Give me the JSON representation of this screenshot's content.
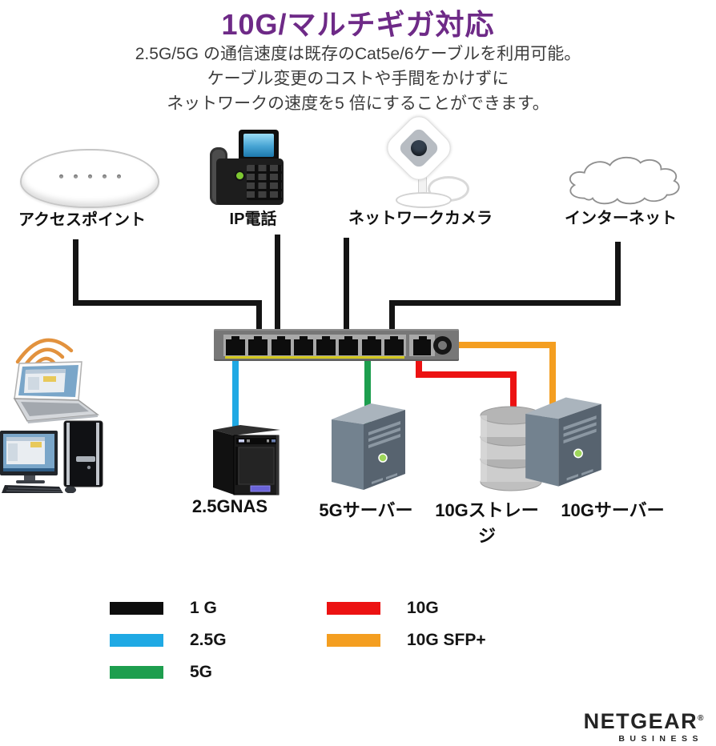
{
  "header": {
    "title": "10G/マルチギガ対応",
    "subtitle_line1": "2.5G/5G の通信速度は既存のCat5e/6ケーブルを利用可能。",
    "subtitle_line2": "ケーブル変更のコストや手間をかけずに",
    "subtitle_line3": "ネットワークの速度を5 倍にすることができます。"
  },
  "top_devices": [
    {
      "label": "アクセスポイント"
    },
    {
      "label": "IP電話"
    },
    {
      "label": "ネットワークカメラ"
    },
    {
      "label": "インターネット"
    }
  ],
  "bottom_devices": [
    {
      "label": "2.5GNAS"
    },
    {
      "label": "5Gサーバー"
    },
    {
      "label": "10Gストレージ"
    },
    {
      "label": "10Gサーバー"
    }
  ],
  "legend": {
    "items": [
      {
        "label": "1 G",
        "color": "#0d0d0d"
      },
      {
        "label": "2.5G",
        "color": "#1fa9e4"
      },
      {
        "label": "5G",
        "color": "#1d9e4e"
      },
      {
        "label": "10G",
        "color": "#ec1212"
      },
      {
        "label": "10G SFP+",
        "color": "#f49e20"
      }
    ]
  },
  "colors": {
    "title": "#6e2a87",
    "cable_1g": "#141414",
    "cable_2_5g": "#1fa9e4",
    "cable_5g": "#1d9e4e",
    "cable_10g": "#ec1212",
    "cable_10g_sfp": "#f49e20"
  },
  "logo": {
    "brand": "NETGEAR",
    "registered": "®",
    "sub": "BUSINESS"
  }
}
